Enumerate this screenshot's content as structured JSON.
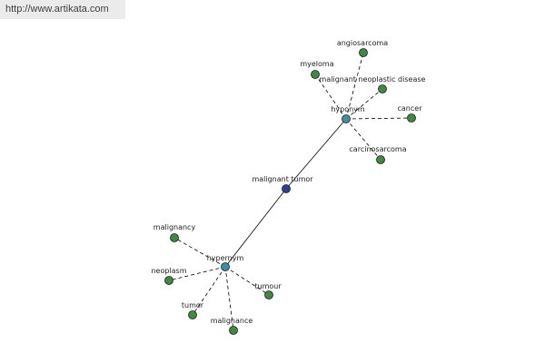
{
  "header": {
    "url_text": "http://www.artikata.com"
  },
  "colors": {
    "center_node": "#2f3f8f",
    "hub_node": "#3f8fa0",
    "leaf_node": "#3e8a3e",
    "banner_bg": "#ebebeb"
  },
  "graph": {
    "center": {
      "label": "malignant tumor"
    },
    "hubs": [
      {
        "key": "hyponym",
        "label": "hyponym",
        "leaves": [
          "angiosarcoma",
          "myeloma",
          "malignant neoplastic disease",
          "cancer",
          "carcinosarcoma"
        ]
      },
      {
        "key": "hypernym",
        "label": "hypernym",
        "leaves": [
          "malignancy",
          "neoplasm",
          "tumor",
          "malignance",
          "tumour"
        ]
      }
    ]
  }
}
